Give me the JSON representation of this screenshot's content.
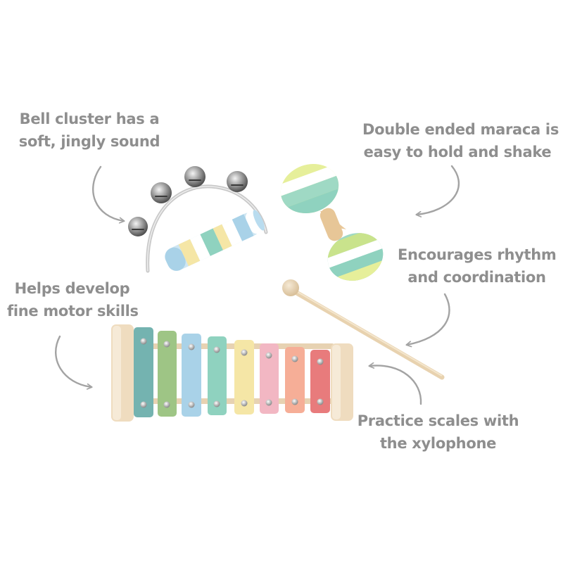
{
  "callouts": {
    "bell": {
      "line1": "Bell cluster has a",
      "line2": "soft, jingly sound"
    },
    "maraca": {
      "line1": "Double ended maraca is",
      "line2": "easy to hold and shake"
    },
    "rhythm": {
      "line1": "Encourages rhythm",
      "line2": "and coordination"
    },
    "motor": {
      "line1": "Helps develop",
      "line2": "fine motor skills"
    },
    "scales": {
      "line1": "Practice scales with",
      "line2": "the xylophone"
    }
  },
  "colors": {
    "text": "#8e8e8e",
    "arrow": "#a3a3a3",
    "wood": "#efdcbf",
    "bar_teal": "#74b3b0",
    "bar_green": "#9ec585",
    "bar_blue": "#a9d2e8",
    "bar_mint": "#8fd2bf",
    "bar_yellow": "#f5e6a6",
    "bar_pink": "#f2b7c3",
    "bar_peach": "#f6ae97",
    "bar_red": "#e87b7c"
  },
  "icons": [
    "curved-arrow-icon",
    "bell-cluster-icon",
    "maraca-icon",
    "mallet-icon",
    "xylophone-icon"
  ]
}
